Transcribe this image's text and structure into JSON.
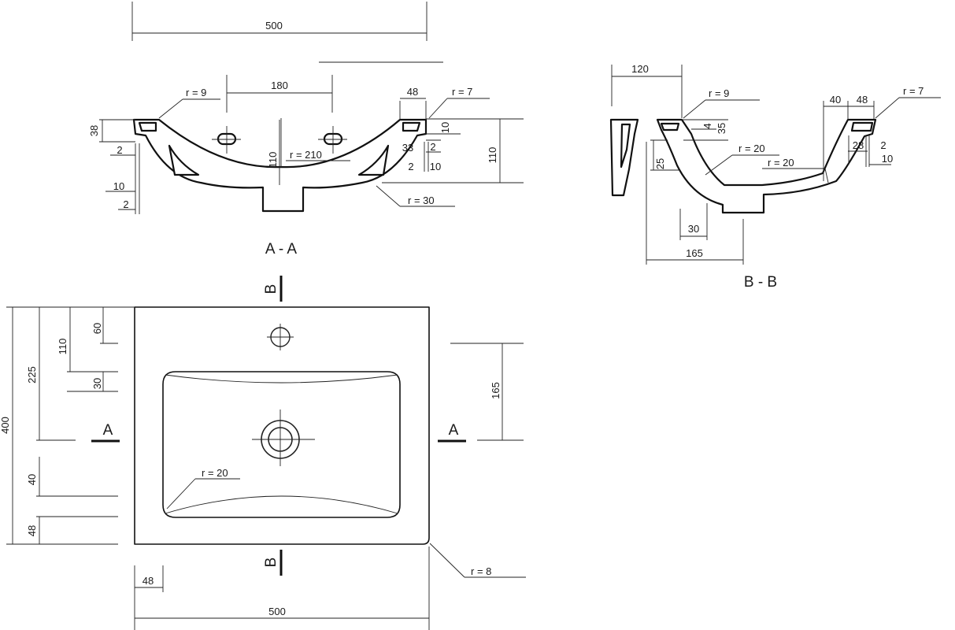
{
  "section_labels": {
    "aa": "A - A",
    "bb": "B - B",
    "a_left": "A",
    "a_right": "A",
    "b_top": "B",
    "b_bottom": "B"
  },
  "section_aa_dims": {
    "overall_width": "500",
    "tap_hole_spacing": "180",
    "rim_radius_left": "r = 9",
    "rim_radius_right": "r = 7",
    "rim_width": "48",
    "bowl_radius": "r = 210",
    "base_radius": "r = 30",
    "height_left": "38",
    "gap_left_1": "2",
    "thickness_left": "10",
    "gap_left_2": "2",
    "bowl_depth": "110",
    "overall_height_right": "110",
    "lip_height": "10",
    "lip_inner": "33",
    "gap_right_1": "2",
    "gap_right_2": "2",
    "thickness_right": "10"
  },
  "section_bb_dims": {
    "rear_depth": "120",
    "rim_radius_left": "r = 9",
    "rim_radius_right": "r = 7",
    "step_height": "4",
    "wall_height": "35",
    "front_rim_40": "40",
    "front_rim_48": "48",
    "inner_radius_1": "r = 20",
    "inner_radius_2": "r = 20",
    "lip_28": "28",
    "lip_gap": "2",
    "lip_thickness": "10",
    "slope_25": "25",
    "waste_width": "30",
    "waste_offset": "165"
  },
  "plan_dims": {
    "overall_depth": "400",
    "waste_from_back": "225",
    "basin_start": "110",
    "tap_from_back": "60",
    "basin_gap": "30",
    "front_edge_40": "40",
    "front_rim_48": "48",
    "waste_from_front": "165",
    "corner_radius_basin": "r = 20",
    "corner_radius_outer": "r = 8",
    "side_rim": "48",
    "overall_width": "500"
  }
}
